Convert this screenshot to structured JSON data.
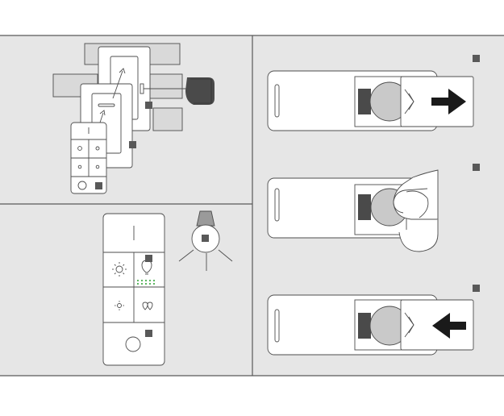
{
  "colors": {
    "panel_bg": "#e6e6e6",
    "border": "#595959",
    "line": "#4d4d4d",
    "paper": "#ffffff",
    "wall_patch": "#d9d9d9",
    "marker": "#595959",
    "battery_fill": "#c9c9c9",
    "contact_dark": "#4a4a4a",
    "arrow": "#1a1a1a",
    "led_green": "#4caf50"
  },
  "panels": [
    {
      "name": "mount-plate-assembly",
      "markers": 3
    },
    {
      "name": "remote-and-bulb",
      "markers": 3
    },
    {
      "name": "battery-replacement",
      "markers": 3,
      "steps": [
        "slide-cover-open",
        "remove-battery",
        "slide-cover-closed"
      ]
    }
  ],
  "icons": {
    "switch_buttons": [
      "power-bar-icon",
      "brightness-sun-icon",
      "bulb-icon",
      "dim-sun-icon",
      "scene-bulbs-icon",
      "pair-button-icon"
    ],
    "bulb": "light-bulb-icon",
    "slide_open_arrow": "arrow-right-icon",
    "slide_close_arrow": "arrow-left-icon",
    "finger": "finger-icon"
  }
}
